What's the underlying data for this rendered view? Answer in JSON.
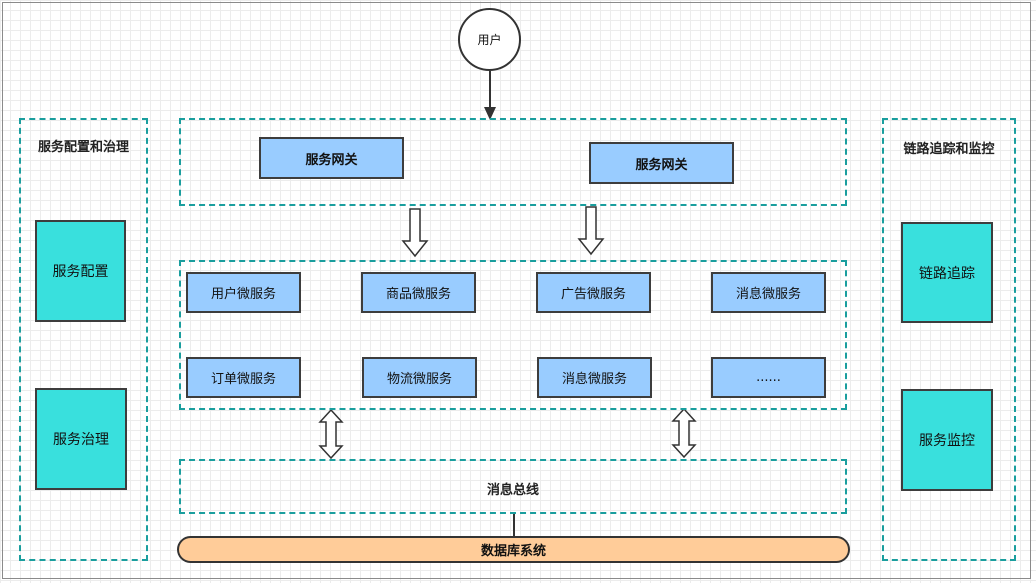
{
  "user": "用户",
  "left_panel": {
    "title": "服务配置和治理",
    "items": [
      "服务配置",
      "服务治理"
    ]
  },
  "right_panel": {
    "title": "链路追踪和监控",
    "items": [
      "链路追踪",
      "服务监控"
    ]
  },
  "gateways": [
    "服务网关",
    "服务网关"
  ],
  "services_row1": [
    "用户微服务",
    "商品微服务",
    "广告微服务",
    "消息微服务"
  ],
  "services_row2": [
    "订单微服务",
    "物流微服务",
    "消息微服务",
    "......"
  ],
  "message_bus": "消息总线",
  "database": "数据库系统",
  "colors": {
    "dashed_border": "#1a9e9e",
    "service_box": "#99ccff",
    "side_box": "#39e0dd",
    "database": "#ffcc99"
  }
}
